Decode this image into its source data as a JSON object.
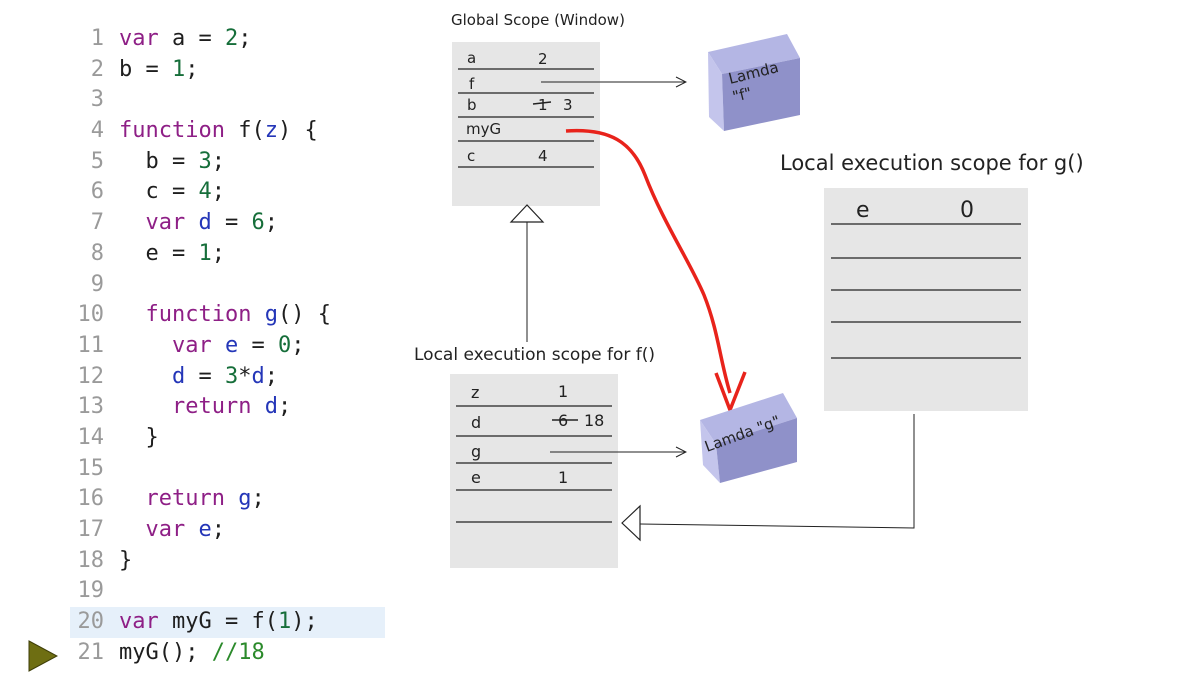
{
  "code": {
    "lines": [
      {
        "n": "1",
        "tokens": [
          {
            "t": "var",
            "c": "keyword"
          },
          {
            "t": " a = ",
            "c": "plain"
          },
          {
            "t": "2",
            "c": "number"
          },
          {
            "t": ";",
            "c": "plain"
          }
        ]
      },
      {
        "n": "2",
        "tokens": [
          {
            "t": "b = ",
            "c": "plain"
          },
          {
            "t": "1",
            "c": "number"
          },
          {
            "t": ";",
            "c": "plain"
          }
        ]
      },
      {
        "n": "3",
        "tokens": []
      },
      {
        "n": "4",
        "tokens": [
          {
            "t": "function",
            "c": "keyword"
          },
          {
            "t": " f(",
            "c": "plain"
          },
          {
            "t": "z",
            "c": "ident"
          },
          {
            "t": ") {",
            "c": "plain"
          }
        ]
      },
      {
        "n": "5",
        "tokens": [
          {
            "t": "  b = ",
            "c": "plain"
          },
          {
            "t": "3",
            "c": "number"
          },
          {
            "t": ";",
            "c": "plain"
          }
        ]
      },
      {
        "n": "6",
        "tokens": [
          {
            "t": "  c = ",
            "c": "plain"
          },
          {
            "t": "4",
            "c": "number"
          },
          {
            "t": ";",
            "c": "plain"
          }
        ]
      },
      {
        "n": "7",
        "tokens": [
          {
            "t": "  ",
            "c": "plain"
          },
          {
            "t": "var",
            "c": "keyword"
          },
          {
            "t": " ",
            "c": "plain"
          },
          {
            "t": "d",
            "c": "ident"
          },
          {
            "t": " = ",
            "c": "plain"
          },
          {
            "t": "6",
            "c": "number"
          },
          {
            "t": ";",
            "c": "plain"
          }
        ]
      },
      {
        "n": "8",
        "tokens": [
          {
            "t": "  e = ",
            "c": "plain"
          },
          {
            "t": "1",
            "c": "number"
          },
          {
            "t": ";",
            "c": "plain"
          }
        ]
      },
      {
        "n": "9",
        "tokens": []
      },
      {
        "n": "10",
        "tokens": [
          {
            "t": "  ",
            "c": "plain"
          },
          {
            "t": "function",
            "c": "keyword"
          },
          {
            "t": " ",
            "c": "plain"
          },
          {
            "t": "g",
            "c": "ident"
          },
          {
            "t": "() {",
            "c": "plain"
          }
        ]
      },
      {
        "n": "11",
        "tokens": [
          {
            "t": "    ",
            "c": "plain"
          },
          {
            "t": "var",
            "c": "keyword"
          },
          {
            "t": " ",
            "c": "plain"
          },
          {
            "t": "e",
            "c": "ident"
          },
          {
            "t": " = ",
            "c": "plain"
          },
          {
            "t": "0",
            "c": "number"
          },
          {
            "t": ";",
            "c": "plain"
          }
        ]
      },
      {
        "n": "12",
        "tokens": [
          {
            "t": "    ",
            "c": "plain"
          },
          {
            "t": "d",
            "c": "ident"
          },
          {
            "t": " = ",
            "c": "plain"
          },
          {
            "t": "3",
            "c": "number"
          },
          {
            "t": "*",
            "c": "plain"
          },
          {
            "t": "d",
            "c": "ident"
          },
          {
            "t": ";",
            "c": "plain"
          }
        ]
      },
      {
        "n": "13",
        "tokens": [
          {
            "t": "    ",
            "c": "plain"
          },
          {
            "t": "return",
            "c": "keyword"
          },
          {
            "t": " ",
            "c": "plain"
          },
          {
            "t": "d",
            "c": "ident"
          },
          {
            "t": ";",
            "c": "plain"
          }
        ]
      },
      {
        "n": "14",
        "tokens": [
          {
            "t": "  }",
            "c": "plain"
          }
        ]
      },
      {
        "n": "15",
        "tokens": []
      },
      {
        "n": "16",
        "tokens": [
          {
            "t": "  ",
            "c": "plain"
          },
          {
            "t": "return",
            "c": "keyword"
          },
          {
            "t": " ",
            "c": "plain"
          },
          {
            "t": "g",
            "c": "ident"
          },
          {
            "t": ";",
            "c": "plain"
          }
        ]
      },
      {
        "n": "17",
        "tokens": [
          {
            "t": "  ",
            "c": "plain"
          },
          {
            "t": "var",
            "c": "keyword"
          },
          {
            "t": " ",
            "c": "plain"
          },
          {
            "t": "e",
            "c": "ident"
          },
          {
            "t": ";",
            "c": "plain"
          }
        ]
      },
      {
        "n": "18",
        "tokens": [
          {
            "t": "}",
            "c": "plain"
          }
        ]
      },
      {
        "n": "19",
        "tokens": []
      },
      {
        "n": "20",
        "highlight": true,
        "tokens": [
          {
            "t": "var",
            "c": "keyword"
          },
          {
            "t": " myG = f(",
            "c": "plain"
          },
          {
            "t": "1",
            "c": "number"
          },
          {
            "t": ");",
            "c": "plain"
          }
        ]
      },
      {
        "n": "21",
        "current": true,
        "tokens": [
          {
            "t": "myG(); ",
            "c": "plain"
          },
          {
            "t": "//18",
            "c": "comment"
          }
        ]
      }
    ]
  },
  "diagram": {
    "global_scope": {
      "title": "Global Scope (Window)",
      "rows": [
        {
          "name": "a",
          "value": "2"
        },
        {
          "name": "f",
          "value": ""
        },
        {
          "name": "b",
          "old_value": "1",
          "value": "3"
        },
        {
          "name": "myG",
          "value": ""
        },
        {
          "name": "c",
          "value": "4"
        }
      ]
    },
    "lambda_f": {
      "line1": "Lamda",
      "line2": "\"f\""
    },
    "lambda_g": {
      "label": "Lamda \"g\""
    },
    "scope_f": {
      "title": "Local execution scope for f()",
      "rows": [
        {
          "name": "z",
          "value": "1"
        },
        {
          "name": "d",
          "old_value": "6",
          "value": "18"
        },
        {
          "name": "g",
          "value": ""
        },
        {
          "name": "e",
          "value": "1"
        }
      ]
    },
    "scope_g": {
      "title": "Local execution scope for g()",
      "rows": [
        {
          "name": "e",
          "value": "0"
        }
      ]
    }
  },
  "colors": {
    "scope_box": "#e6e6e6",
    "lambda_front": "#8f91c9",
    "lambda_top": "#b4b6e4",
    "lambda_side": "#cfd0f1",
    "red_arrow": "#e8231b",
    "current_line_marker": "#6e6e12",
    "highlight_line": "#e6f0fa"
  }
}
